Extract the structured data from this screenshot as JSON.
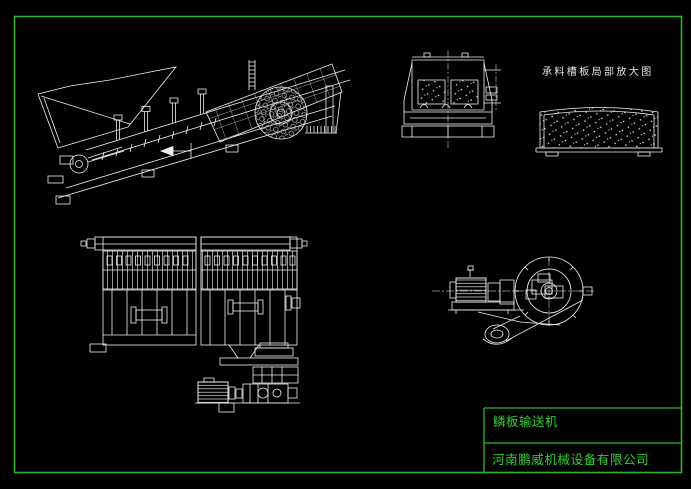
{
  "page": {
    "background_color": "#000000",
    "border_color": "#2db52d",
    "line_color": "#f0f0f0"
  },
  "detail_view": {
    "label": "承料槽板局部放大图"
  },
  "title_block": {
    "drawing_title": "鳞板输送机",
    "company": "河南鹏威机械设备有限公司",
    "text_color": "#32cd32"
  },
  "views": [
    {
      "name": "conveyor-side-view"
    },
    {
      "name": "trough-cross-section-view"
    },
    {
      "name": "trough-plate-detail-view"
    },
    {
      "name": "conveyor-plan-view"
    },
    {
      "name": "drive-unit-view"
    }
  ]
}
